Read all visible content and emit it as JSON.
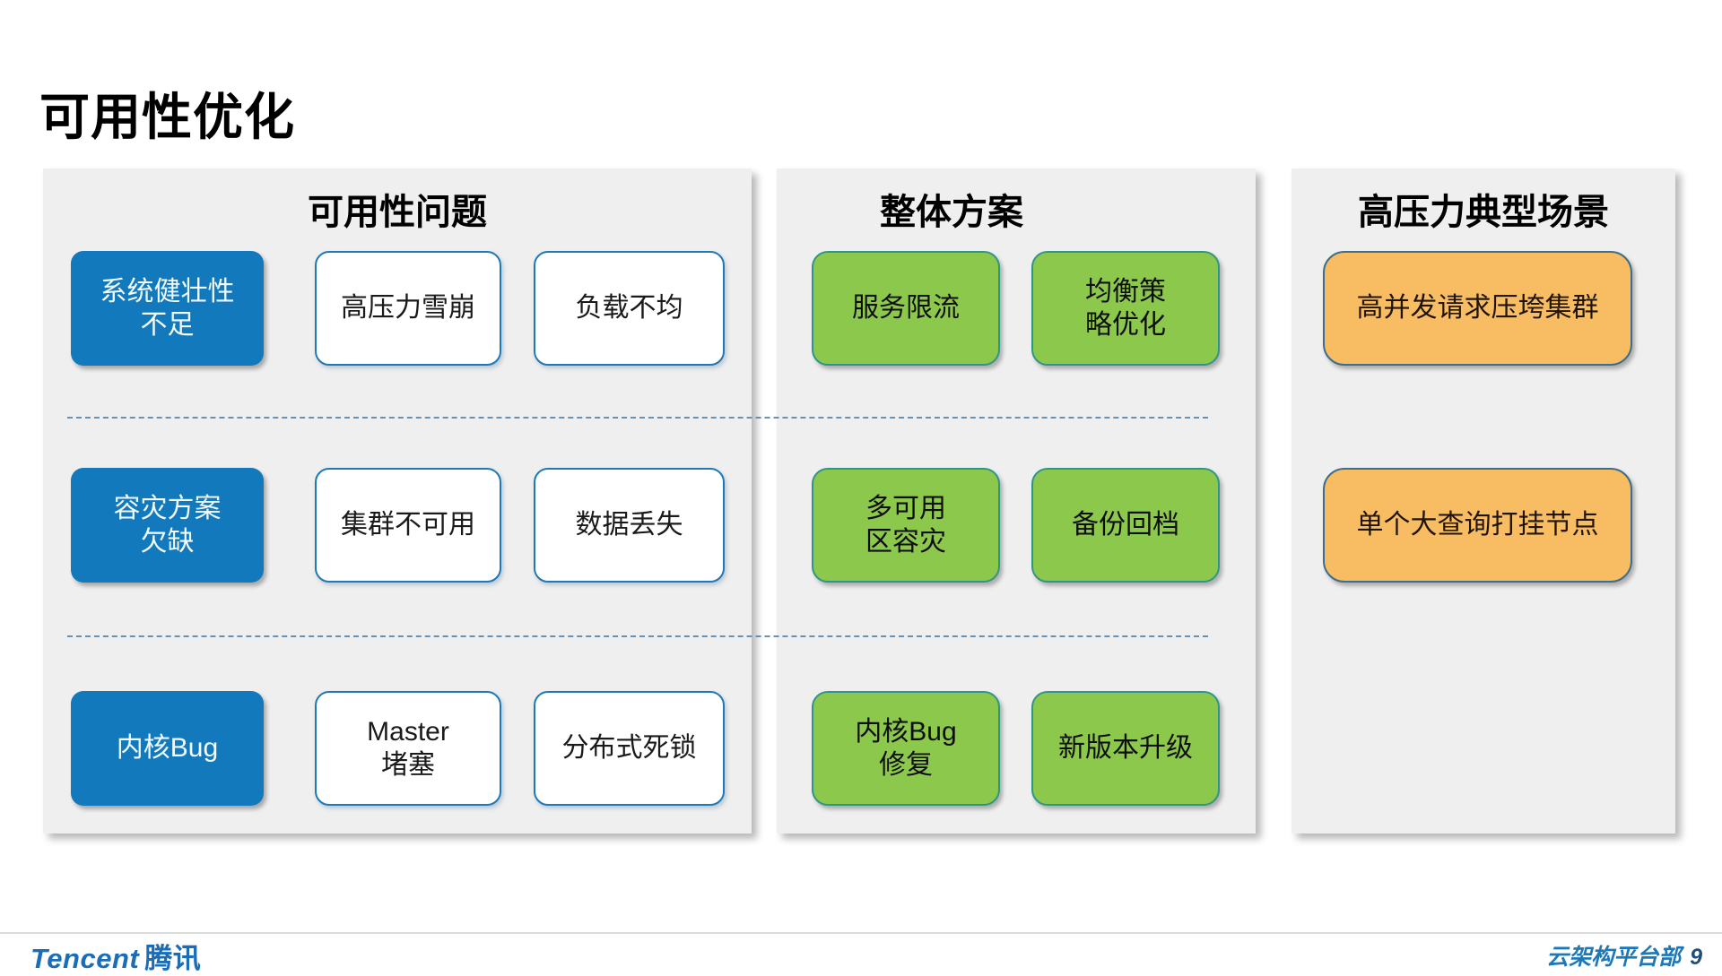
{
  "slide": {
    "title": "可用性优化",
    "footer": {
      "logo_en": "Tencent",
      "logo_cn": "腾讯",
      "department": "云架构平台部",
      "page_number": "9"
    },
    "colors": {
      "problem_accent": "#1279BD",
      "white_box_border": "#1E79B6",
      "solution_accent": "#8CC84B",
      "solution_border": "#2E9688",
      "scenario_accent": "#F8BD62",
      "scenario_border": "#3D6E8C",
      "panel_background": "#EFEFEF",
      "dashed_line": "#4F81A8"
    }
  },
  "panels": {
    "problems": {
      "header": "可用性问题",
      "rows": [
        [
          "系统健壮性\n不足",
          "高压力雪崩",
          "负载不均"
        ],
        [
          "容灾方案\n欠缺",
          "集群不可用",
          "数据丢失"
        ],
        [
          "内核Bug",
          "Master\n堵塞",
          "分布式死锁"
        ]
      ]
    },
    "solutions": {
      "header": "整体方案",
      "rows": [
        [
          "服务限流",
          "均衡策\n略优化"
        ],
        [
          "多可用\n区容灾",
          "备份回档"
        ],
        [
          "内核Bug\n修复",
          "新版本升级"
        ]
      ]
    },
    "scenarios": {
      "header": "高压力典型场景",
      "rows": [
        [
          "高并发请求压垮集群"
        ],
        [
          "单个大查询打挂节点"
        ]
      ]
    }
  }
}
